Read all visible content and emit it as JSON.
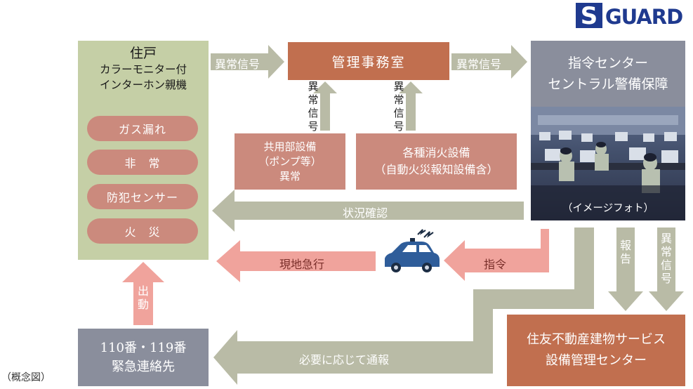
{
  "logo": {
    "text": "SGUARD"
  },
  "dwelling": {
    "title": "住戸",
    "subtitle1": "カラーモニター付",
    "subtitle2": "インターホン親機",
    "items": [
      "ガス漏れ",
      "非　常",
      "防犯センサー",
      "火　災"
    ]
  },
  "management": {
    "label": "管理事務室"
  },
  "command_center": {
    "line1": "指令センター",
    "line2": "セントラル警備保障",
    "photo_caption": "（イメージフォト）"
  },
  "common_equipment": {
    "line1": "共用部設備",
    "line2": "（ポンプ等）",
    "line3": "異常"
  },
  "fire_equipment": {
    "line1": "各種消火設備",
    "line2": "（自動火災報知設備含）"
  },
  "emergency": {
    "line1": "110番・119番",
    "line2": "緊急連絡先"
  },
  "sumitomo": {
    "line1": "住友不動産建物サービス",
    "line2": "設備管理センター"
  },
  "arrows": {
    "abnormal_signal": "異常信号",
    "status_check": "状況確認",
    "dispatch_site": "現地急行",
    "command": "指令",
    "mobilize": "出動",
    "notify": "必要に応じて通報",
    "report": "報告"
  },
  "concept_label": "（概念図）",
  "colors": {
    "green": "#c5cfa6",
    "brown": "#c16f4f",
    "pink": "#cb8a7d",
    "gray": "#8a8e9c",
    "arrow_gray": "#b9bba6",
    "arrow_pink": "#f0a39c",
    "car": "#2f5d9a"
  }
}
